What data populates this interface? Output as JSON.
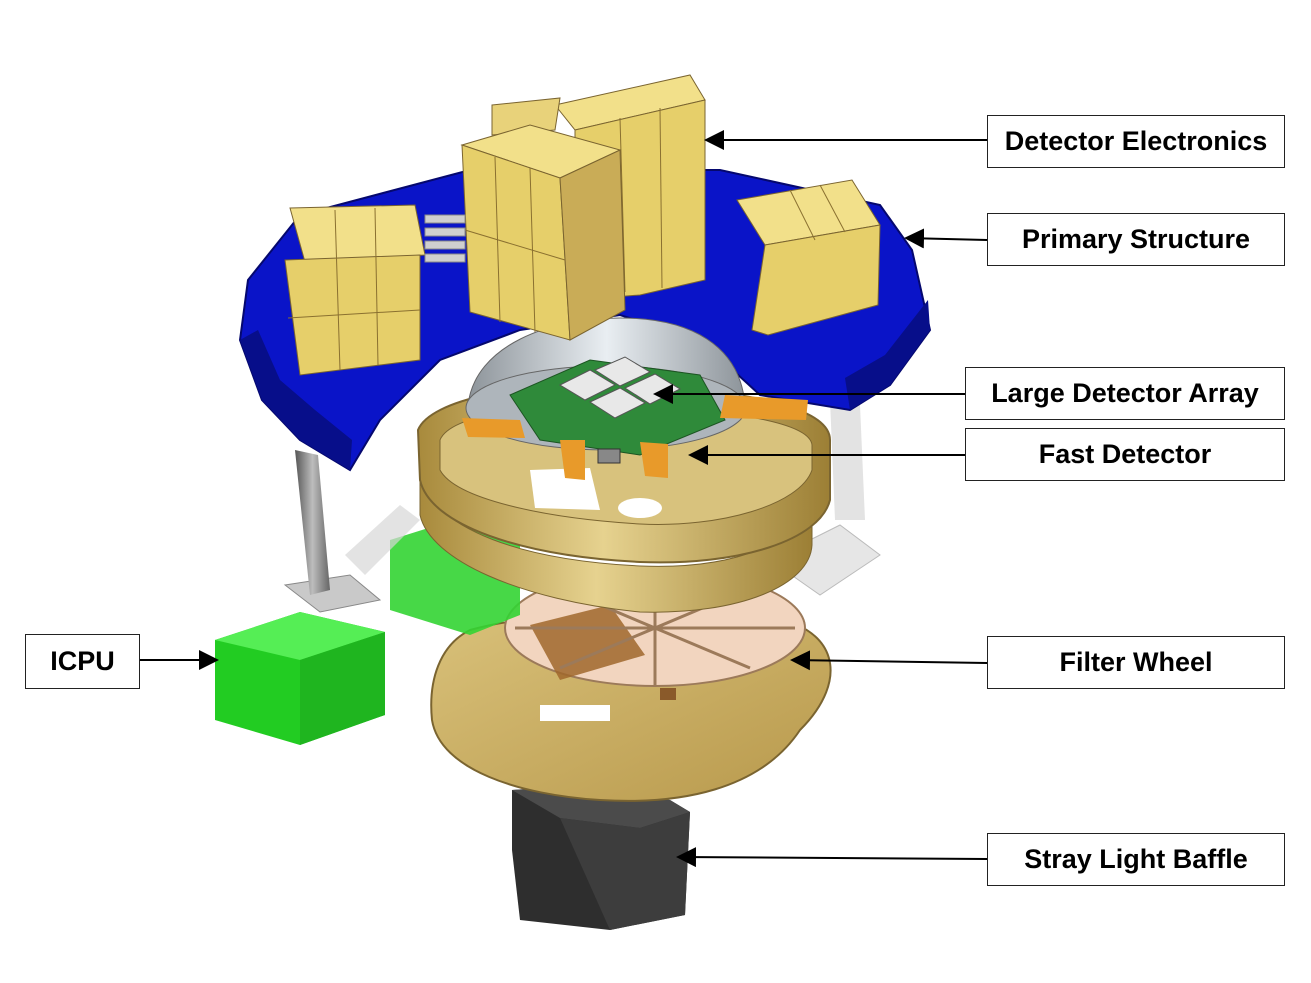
{
  "labels": {
    "detector_electronics": "Detector Electronics",
    "primary_structure": "Primary Structure",
    "large_detector_array": "Large Detector Array",
    "fast_detector": "Fast Detector",
    "icpu": "ICPU",
    "filter_wheel": "Filter Wheel",
    "stray_light_baffle": "Stray Light Baffle"
  },
  "colors": {
    "primary_structure": "#0a14c8",
    "electronics_box": "#e6cf6a",
    "gold_housing": "#c9ac57",
    "detector_board": "#2f8a3a",
    "icpu": "#33dd33",
    "filter_wheel": "#f2d5bf",
    "baffle": "#3a3a3a",
    "strut": "#8a8a8a",
    "kapton_tab": "#e89a2a"
  },
  "icons": {
    "arrow": "arrow-head"
  }
}
